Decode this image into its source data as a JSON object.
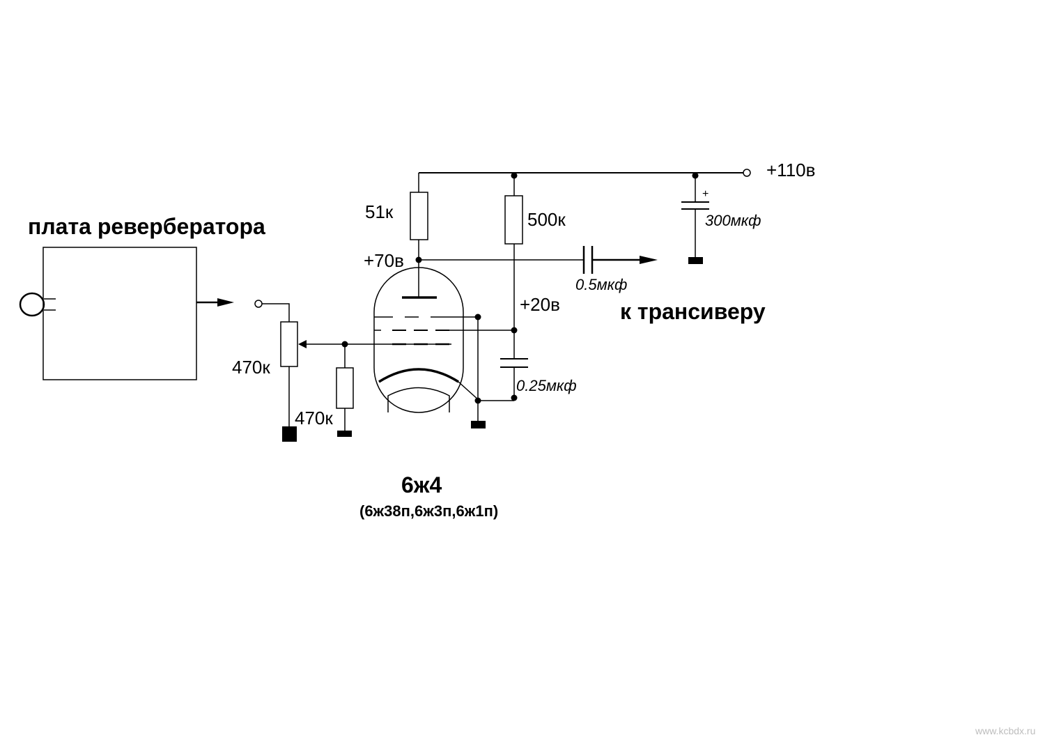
{
  "labels": {
    "reverb_board": "плата ревербератора",
    "to_transceiver": "к трансиверу",
    "tube_type": "6ж4",
    "tube_alternatives": "(6ж38п,6ж3п,6ж1п)",
    "supply_voltage": "+110в",
    "anode_voltage": "+70в",
    "screen_voltage": "+20в",
    "plus_sign": "+"
  },
  "components": {
    "r_anode": "51к",
    "r_screen": "500к",
    "c_output": "0.5мкф",
    "c_screen": "0.25мкф",
    "c_supply": "300мкф",
    "pot_volume": "470к",
    "r_grid": "470к"
  },
  "watermark": "www.kcbdx.ru"
}
